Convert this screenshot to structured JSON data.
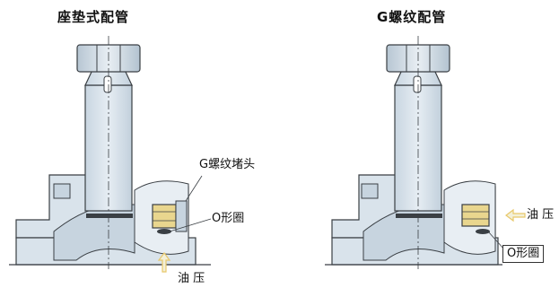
{
  "left": {
    "title": "座垫式配管",
    "plug_label": "G螺纹堵头",
    "oring_label": "O形圈",
    "oil_label": "油 压"
  },
  "right": {
    "title": "G螺纹配管",
    "oil_label": "油 压",
    "oring_label": "O形圈"
  },
  "colors": {
    "metal": "#d9e3eb",
    "metal_dark": "#b9c8d4",
    "outline": "#3a3f44",
    "fitting": "#e9d68e",
    "arrow": "#e8c86a",
    "highlight": "#f3f0d8"
  }
}
